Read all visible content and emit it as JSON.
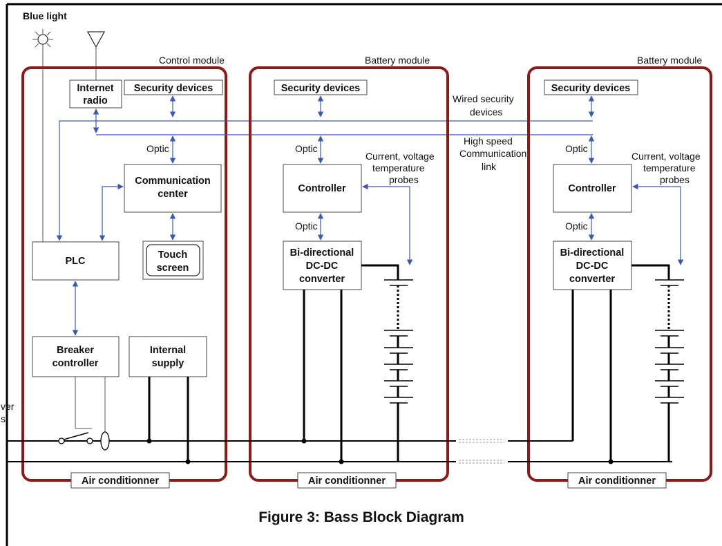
{
  "caption": "Figure 3: Bass Block Diagram",
  "colors": {
    "module_border": "#8b1a1a",
    "comm_link": "#3a59b4",
    "power_bus": "#000000"
  },
  "top_left": {
    "blue_light": "Blue light",
    "left_cut": [
      "ver",
      "s"
    ]
  },
  "links": {
    "wired_security": [
      "Wired security",
      "devices"
    ],
    "high_speed": [
      "High speed",
      "Communication",
      "link"
    ]
  },
  "control_module": {
    "title": "Control module",
    "internet_radio": [
      "Internet",
      "radio"
    ],
    "security_devices": "Security devices",
    "optic": "Optic",
    "communication_center": [
      "Communication",
      "center"
    ],
    "plc": "PLC",
    "touch_screen": [
      "Touch",
      "screen"
    ],
    "breaker_controller": [
      "Breaker",
      "controller"
    ],
    "internal_supply": [
      "Internal",
      "supply"
    ],
    "air_conditioner": "Air conditionner"
  },
  "battery_modules": [
    {
      "title": "Battery module",
      "security_devices": "Security devices",
      "optic_top": "Optic",
      "optic_bottom": "Optic",
      "controller": "Controller",
      "probes": [
        "Current, voltage",
        "temperature",
        "probes"
      ],
      "converter": [
        "Bi-directional",
        "DC-DC",
        "converter"
      ],
      "air_conditioner": "Air conditionner"
    },
    {
      "title": "Battery module",
      "security_devices": "Security devices",
      "optic_top": "Optic",
      "optic_bottom": "Optic",
      "controller": "Controller",
      "probes": [
        "Current, voltage",
        "temperature",
        "probes"
      ],
      "converter": [
        "Bi-directional",
        "DC-DC",
        "converter"
      ],
      "air_conditioner": "Air conditionner"
    }
  ]
}
